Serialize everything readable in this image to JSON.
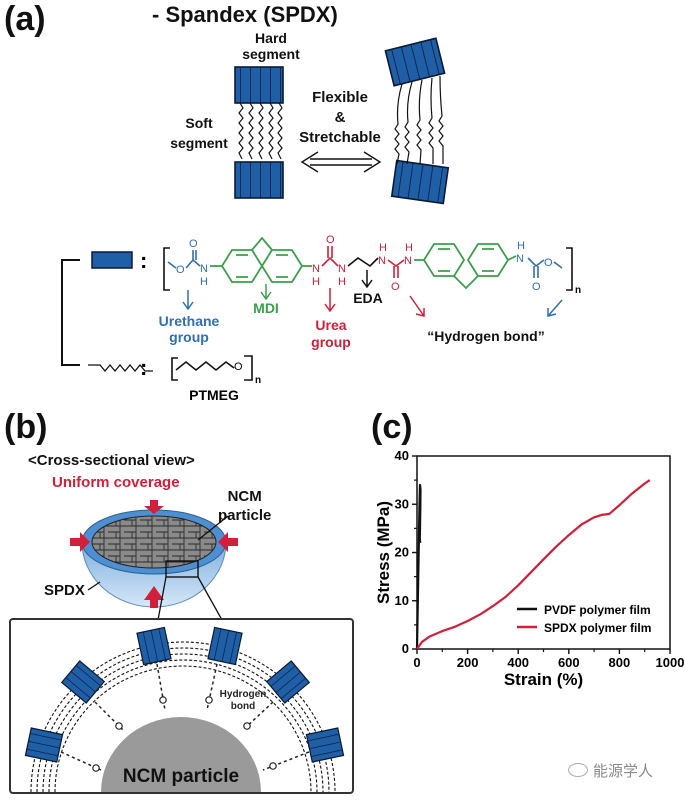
{
  "panel_a": {
    "label": "(a)",
    "title": "- Spandex (SPDX)",
    "hard_segment_line1": "Hard",
    "hard_segment_line2": "segment",
    "soft_segment_line1": "Soft",
    "soft_segment_line2": "segment",
    "flex_line1": "Flexible",
    "flex_line2": "&",
    "flex_line3": "Stretchable",
    "colon": ":",
    "structure": {
      "urethane_label_line1": "Urethane",
      "urethane_label_line2": "group",
      "mdi_label": "MDI",
      "urea_label_line1": "Urea",
      "urea_label_line2": "group",
      "eda_label": "EDA",
      "hbond_label": "“Hydrogen bond”",
      "ptmeg_label": "PTMEG",
      "atom_O": "O",
      "atom_N": "N",
      "atom_H": "H",
      "subscript_n": "n"
    },
    "colors": {
      "urethane": "#2f6fb3",
      "mdi": "#3aa04a",
      "urea": "#d3203a",
      "eda": "#111111",
      "segment_blue": "#1f5fa8"
    }
  },
  "panel_b": {
    "label": "(b)",
    "view_title": "<Cross-sectional view>",
    "coverage_label": "Uniform coverage",
    "ncm_label_line1": "NCM",
    "ncm_label_line2": "particle",
    "spdx_label": "SPDX",
    "hbond_line1": "Hydrogen",
    "hbond_line2": "bond",
    "ncm_core_label": "NCM particle",
    "colors": {
      "coverage": "#d3203a",
      "shell": "#4d8fd0",
      "core": "#9a9a9a"
    }
  },
  "panel_c": {
    "label": "(c)"
  },
  "watermark": {
    "text": "能源学人"
  },
  "chart_data": {
    "type": "line",
    "title": "",
    "xlabel": "Strain (%)",
    "ylabel": "Stress (MPa)",
    "xlim": [
      0,
      1000
    ],
    "ylim": [
      0,
      40
    ],
    "xticks": [
      0,
      200,
      400,
      600,
      800,
      1000
    ],
    "yticks": [
      0,
      10,
      20,
      30,
      40
    ],
    "grid": false,
    "legend_position": "bottom-right",
    "series": [
      {
        "name": "PVDF polymer film",
        "color": "#111111",
        "x": [
          0,
          2,
          4,
          6,
          8,
          10,
          12,
          14,
          13,
          12,
          11,
          12,
          13
        ],
        "y": [
          0,
          6,
          12,
          18,
          24,
          30,
          34,
          33,
          29,
          25,
          23,
          22.5,
          22
        ]
      },
      {
        "name": "SPDX polymer film",
        "color": "#d3203a",
        "x": [
          0,
          20,
          50,
          100,
          150,
          200,
          250,
          300,
          350,
          400,
          450,
          500,
          550,
          600,
          650,
          700,
          730,
          760,
          800,
          850,
          900,
          920
        ],
        "y": [
          0,
          1.5,
          2.6,
          3.7,
          4.6,
          5.8,
          7.2,
          8.9,
          10.8,
          13.2,
          15.9,
          18.6,
          21.2,
          23.6,
          25.8,
          27.3,
          27.8,
          28.0,
          29.8,
          32.2,
          34.3,
          35.0
        ]
      }
    ]
  }
}
